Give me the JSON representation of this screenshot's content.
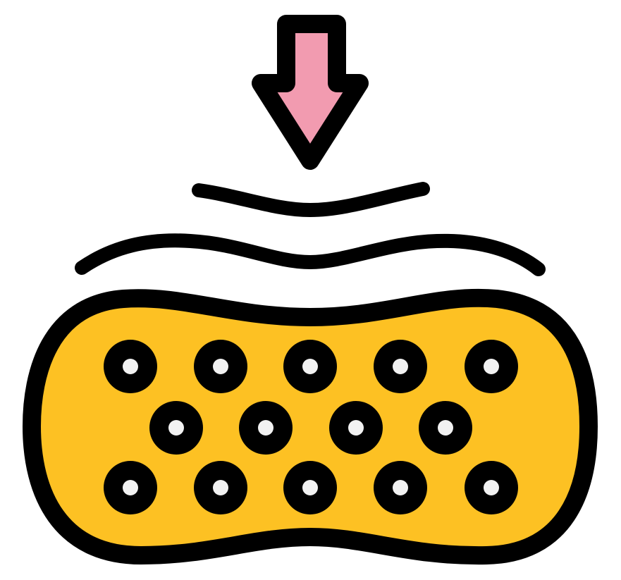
{
  "icon": {
    "name": "sponge-press-icon",
    "parts": [
      "down-arrow-icon",
      "pressure-wave-icon",
      "sponge-icon"
    ]
  },
  "colors": {
    "outline": "#000000",
    "arrow_fill": "#F29BB0",
    "sponge_fill": "#FDC123",
    "pore_fill": "#F2F2F2",
    "background": "#FFFFFF"
  },
  "pores": {
    "rows": [
      5,
      4,
      5
    ]
  }
}
